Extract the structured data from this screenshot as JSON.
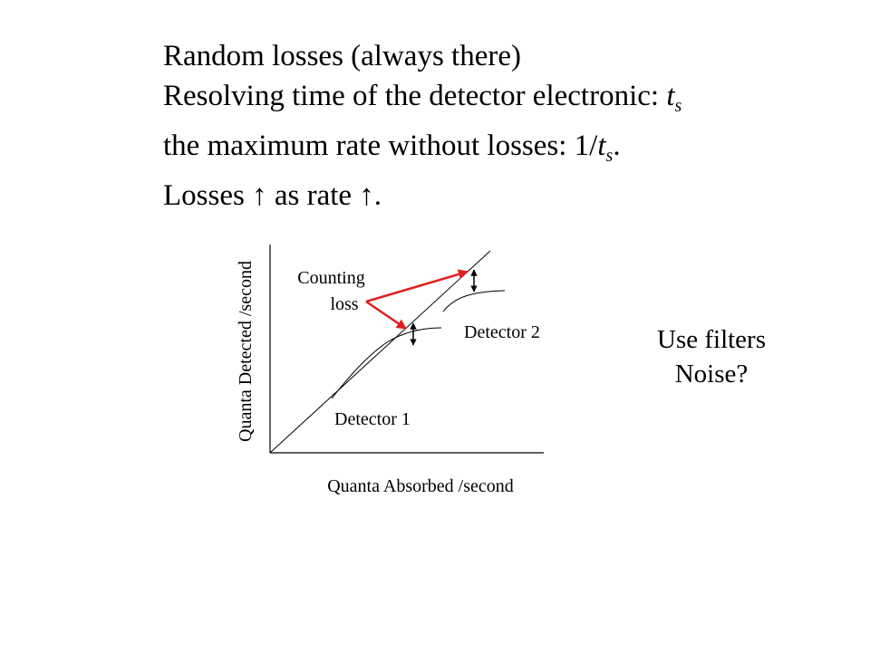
{
  "bullets": {
    "line1": "Random losses (always there)",
    "line2_prefix": "Resolving time of the detector electronic: ",
    "t_symbol": "t",
    "s_sub": "s",
    "line3_prefix": "the maximum rate without losses: 1/",
    "line3_suffix": ".",
    "line4_a": "Losses ",
    "arrow_up": "↑",
    "line4_b": " as rate ",
    "line4_c": "."
  },
  "diagram": {
    "y_axis_label": "Quanta Detected /second",
    "x_axis_label": "Quanta Absorbed /second",
    "detector1_label": "Detector 1",
    "detector2_label": "Detector 2",
    "counting_loss_line1": "Counting",
    "counting_loss_line2": "loss",
    "annotation_color": "#e02020"
  },
  "side_note": {
    "line1": "Use filters",
    "line2": "Noise?"
  }
}
